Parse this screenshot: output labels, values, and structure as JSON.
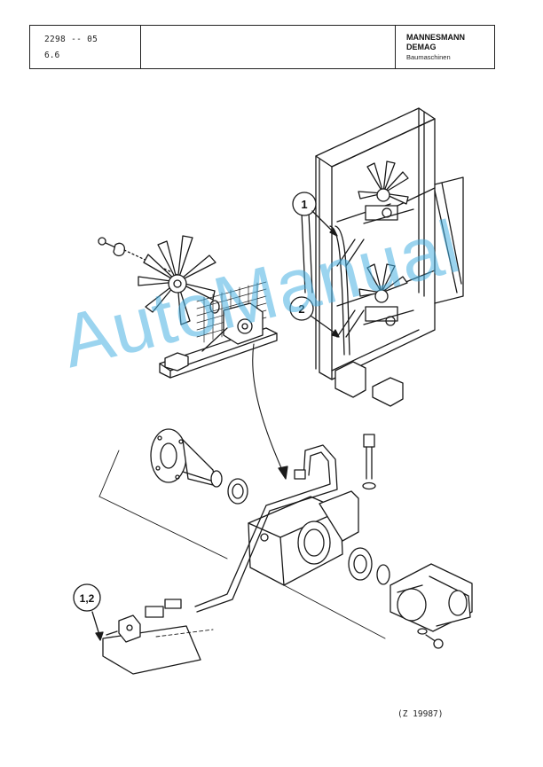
{
  "header": {
    "doc_id": "2298 -- 05",
    "section": "6.6",
    "brand_line1": "MANNESMANN",
    "brand_line2": "DEMAG",
    "brand_line3": "Baumaschinen"
  },
  "callouts": {
    "c1": "1",
    "c2": "2",
    "c12": "1,2"
  },
  "watermark": "AutoManual",
  "figure_ref": "(Z 19987)"
}
